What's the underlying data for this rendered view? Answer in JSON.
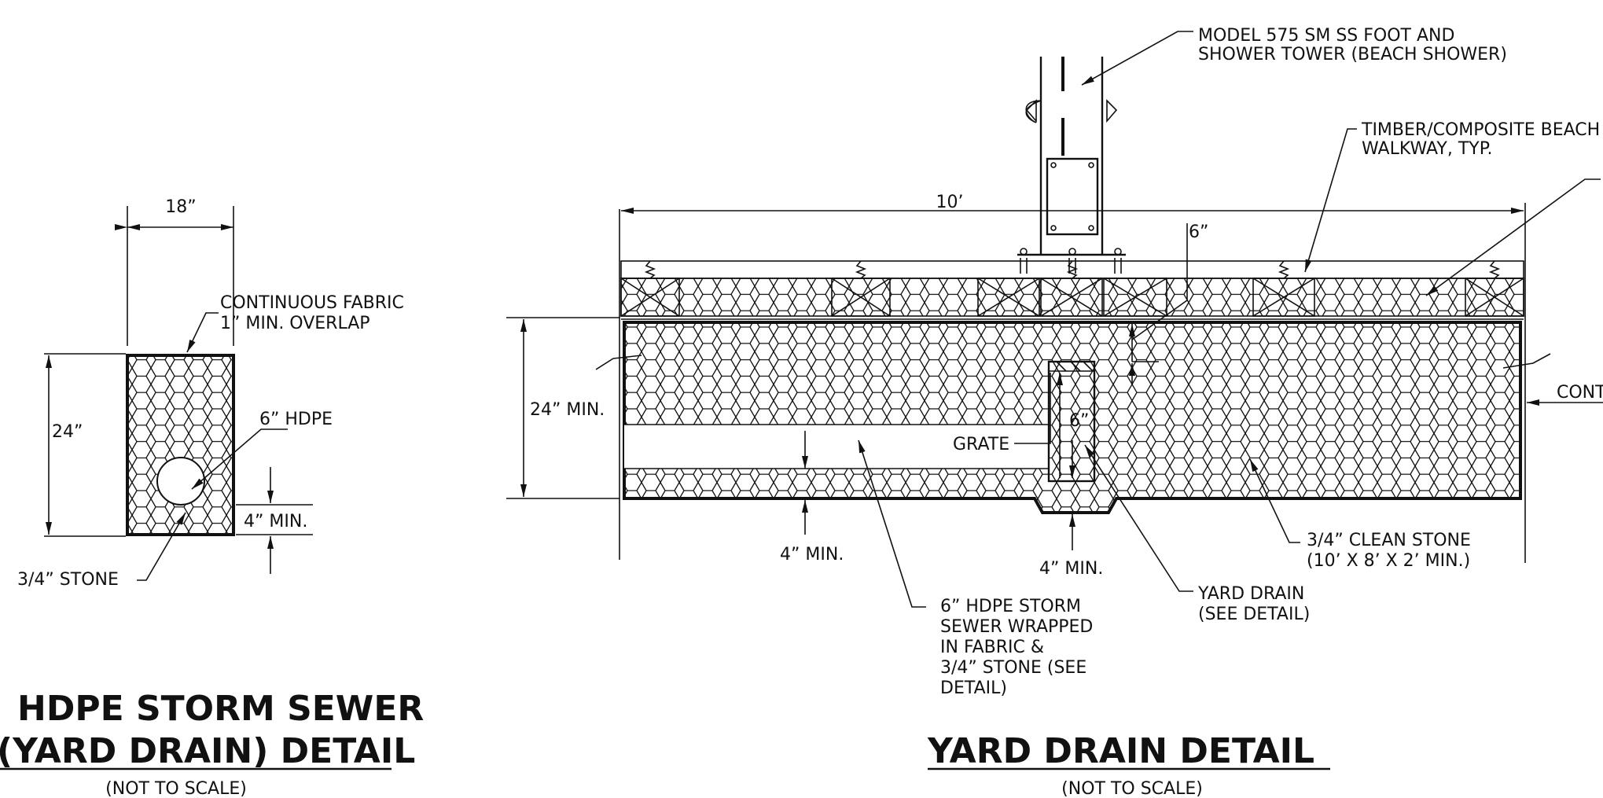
{
  "left_detail": {
    "dim_width": "18”",
    "dim_height": "24”",
    "fabric_line1": "CONTINUOUS FABRIC",
    "fabric_line2": "1” MIN. OVERLAP",
    "pipe_label": "6” HDPE",
    "min_cover": "4” MIN.",
    "stone_label": "3/4” STONE",
    "title_line1": "HDPE STORM SEWER",
    "title_line2": "(YARD DRAIN) DETAIL",
    "scale_note": "(NOT TO SCALE)"
  },
  "right_detail": {
    "tower_line1": "MODEL 575 SM SS FOOT AND",
    "tower_line2": "SHOWER TOWER (BEACH SHOWER)",
    "walkway_line1": "TIMBER/COMPOSITE BEACH",
    "walkway_line2": "WALKWAY, TYP.",
    "dim_length": "10’",
    "dim_six_top": "6”",
    "dim_depth": "24” MIN.",
    "dim_six_grate": "6”",
    "grate_label": "GRATE",
    "cont_label": "CONT",
    "min_left": "4” MIN.",
    "min_mid": "4” MIN.",
    "stone_line1": "3/4” CLEAN STONE",
    "stone_line2": "(10’ X 8’ X 2’ MIN.)",
    "drain_line1": "YARD DRAIN",
    "drain_line2": "(SEE DETAIL)",
    "sewer_line1": "6” HDPE STORM",
    "sewer_line2": "SEWER WRAPPED",
    "sewer_line3": "IN FABRIC &",
    "sewer_line4": "3/4” STONE (SEE",
    "sewer_line5": "DETAIL)",
    "title": "YARD DRAIN DETAIL",
    "scale_note": "(NOT TO SCALE)"
  }
}
